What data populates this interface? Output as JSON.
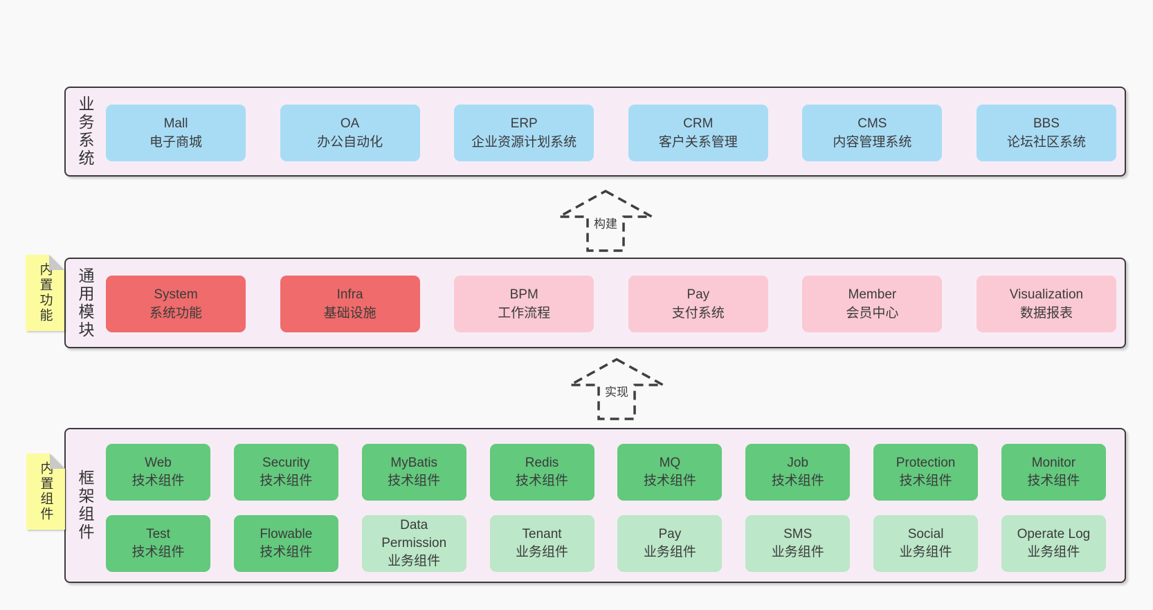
{
  "colors": {
    "page_bg": "#f9f9f9",
    "band_bg": "#f7ecf5",
    "band_border": "#3a3a3a",
    "box_blue": "#a8dcf5",
    "box_red": "#f06b6b",
    "box_pink": "#fbc9d3",
    "box_green": "#63c97d",
    "box_lightgreen": "#bce7c8",
    "note_yellow": "#fcfc9e",
    "note_fold_gray": "#c9c9c9",
    "text": "#3b3b3b"
  },
  "bands": [
    {
      "label": "业务系统",
      "boxes": [
        {
          "title": "Mall",
          "subtitle": "电子商城"
        },
        {
          "title": "OA",
          "subtitle": "办公自动化"
        },
        {
          "title": "ERP",
          "subtitle": "企业资源计划系统"
        },
        {
          "title": "CRM",
          "subtitle": "客户关系管理"
        },
        {
          "title": "CMS",
          "subtitle": "内容管理系统"
        },
        {
          "title": "BBS",
          "subtitle": "论坛社区系统"
        }
      ]
    },
    {
      "label": "通用模块",
      "note": "内置功能",
      "boxes": [
        {
          "title": "System",
          "subtitle": "系统功能"
        },
        {
          "title": "Infra",
          "subtitle": "基础设施"
        },
        {
          "title": "BPM",
          "subtitle": "工作流程"
        },
        {
          "title": "Pay",
          "subtitle": "支付系统"
        },
        {
          "title": "Member",
          "subtitle": "会员中心"
        },
        {
          "title": "Visualization",
          "subtitle": "数据报表"
        }
      ]
    },
    {
      "label": "框架组件",
      "note": "内置组件",
      "row1": [
        {
          "title": "Web",
          "subtitle": "技术组件"
        },
        {
          "title": "Security",
          "subtitle": "技术组件"
        },
        {
          "title": "MyBatis",
          "subtitle": "技术组件"
        },
        {
          "title": "Redis",
          "subtitle": "技术组件"
        },
        {
          "title": "MQ",
          "subtitle": "技术组件"
        },
        {
          "title": "Job",
          "subtitle": "技术组件"
        },
        {
          "title": "Protection",
          "subtitle": "技术组件"
        },
        {
          "title": "Monitor",
          "subtitle": "技术组件"
        }
      ],
      "row2": [
        {
          "title": "Test",
          "subtitle": "技术组件"
        },
        {
          "title": "Flowable",
          "subtitle": "技术组件"
        },
        {
          "title": "Data Permission",
          "subtitle": "业务组件"
        },
        {
          "title": "Tenant",
          "subtitle": "业务组件"
        },
        {
          "title": "Pay",
          "subtitle": "业务组件"
        },
        {
          "title": "SMS",
          "subtitle": "业务组件"
        },
        {
          "title": "Social",
          "subtitle": "业务组件"
        },
        {
          "title": "Operate Log",
          "subtitle": "业务组件"
        }
      ]
    }
  ],
  "arrows": [
    {
      "label": "构建"
    },
    {
      "label": "实现"
    }
  ]
}
